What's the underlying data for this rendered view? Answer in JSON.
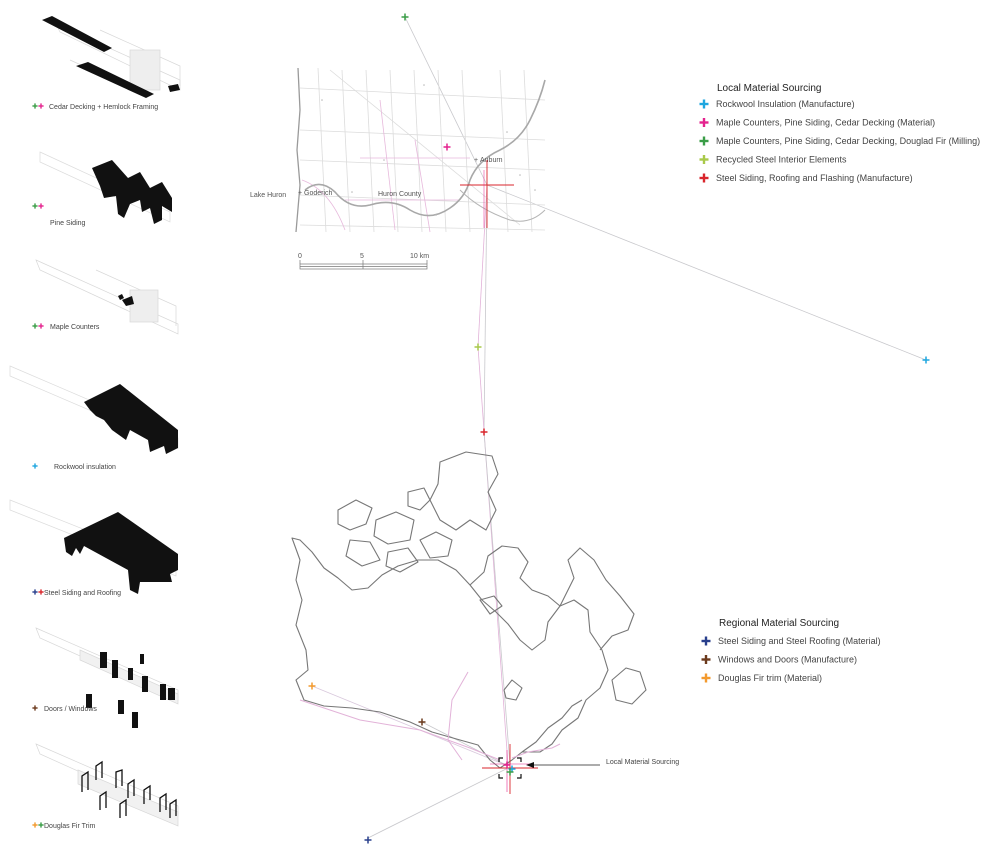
{
  "colors": {
    "cyan": "#1ea6df",
    "magenta": "#e4238e",
    "green": "#3a9d47",
    "lime": "#a9c94a",
    "red": "#d9262c",
    "navy": "#283f8c",
    "brown": "#6b3a1d",
    "orange": "#f39a2e",
    "pink_line": "#e2b2d8",
    "route_line": "#c8c8cc"
  },
  "components": [
    {
      "label": "Cedar Decking + Hemlock Framing",
      "markers": [
        "green",
        "magenta"
      ]
    },
    {
      "label": "Pine Siding",
      "markers": [
        "green",
        "magenta"
      ]
    },
    {
      "label": "Maple Counters",
      "markers": [
        "green",
        "magenta"
      ]
    },
    {
      "label": "Rockwool insulation",
      "markers": [
        "cyan"
      ]
    },
    {
      "label": "Steel Siding and Roofing",
      "markers": [
        "navy",
        "red"
      ]
    },
    {
      "label": "Doors / Windows",
      "markers": [
        "brown"
      ]
    },
    {
      "label": "Douglas Fir Trim",
      "markers": [
        "orange",
        "green"
      ]
    }
  ],
  "local_map": {
    "places": [
      "Auburn",
      "Goderich",
      "Lake Huron",
      "Huron County"
    ],
    "scale": {
      "ticks": [
        "0",
        "5",
        "10 km"
      ]
    }
  },
  "local_legend": {
    "title": "Local Material Sourcing",
    "items": [
      {
        "label": "Rockwool Insulation (Manufacture)",
        "color": "cyan"
      },
      {
        "label": "Maple Counters, Pine Siding, Cedar Decking (Material)",
        "color": "magenta"
      },
      {
        "label": "Maple Counters, Pine Siding, Cedar Decking, Douglad Fir (Milling)",
        "color": "green"
      },
      {
        "label": "Recycled Steel Interior Elements",
        "color": "lime"
      },
      {
        "label": "Steel Siding, Roofing and Flashing (Manufacture)",
        "color": "red"
      }
    ]
  },
  "regional_legend": {
    "title": "Regional Material Sourcing",
    "items": [
      {
        "label": "Steel Siding and Steel Roofing (Material)",
        "color": "navy"
      },
      {
        "label": "Windows and Doors (Manufacture)",
        "color": "brown"
      },
      {
        "label": "Douglas Fir trim (Material)",
        "color": "orange"
      }
    ]
  },
  "callout": {
    "label": "Local Material Sourcing"
  }
}
